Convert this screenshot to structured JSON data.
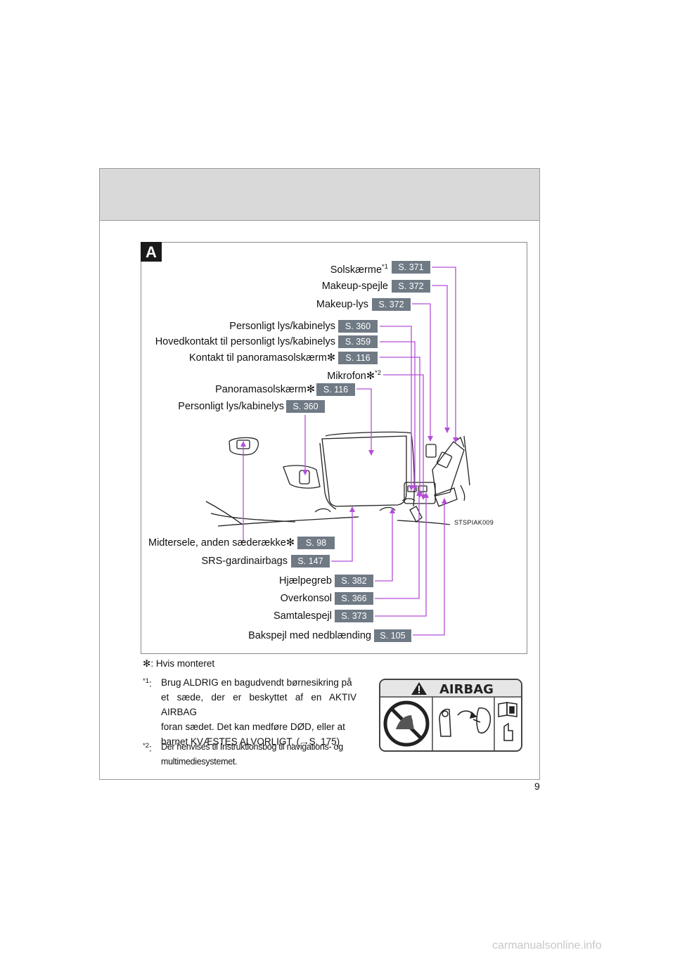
{
  "section": {
    "tab": "A"
  },
  "callouts_top": [
    {
      "label": "Solskærme",
      "mark": "*1",
      "page": "S. 371"
    },
    {
      "label": "Makeup-spejle",
      "page": "S. 372"
    },
    {
      "label": "Makeup-lys",
      "page": "S. 372"
    },
    {
      "label": "Personligt lys/kabinelys",
      "page": "S. 360"
    },
    {
      "label": "Hovedkontakt til personligt lys/kabinelys",
      "page": "S. 359"
    },
    {
      "label": "Kontakt til panoramasolskærm",
      "mark": "✻",
      "page": "S. 116"
    },
    {
      "label": "Mikrofon",
      "mark": "✻",
      "mark2": "*2"
    },
    {
      "label": "Panoramasolskærm",
      "mark": "✻",
      "page": "S. 116"
    },
    {
      "label": "Personligt lys/kabinelys",
      "page": "S. 360"
    }
  ],
  "callouts_bottom": [
    {
      "label": "Midtersele, anden sæderække",
      "mark": "✻",
      "page": "S. 98"
    },
    {
      "label": "SRS-gardinairbags",
      "page": "S. 147"
    },
    {
      "label": "Hjælpegreb",
      "page": "S. 382"
    },
    {
      "label": "Overkonsol",
      "page": "S. 366"
    },
    {
      "label": "Samtalespejl",
      "page": "S. 373"
    },
    {
      "label": "Bakspejl med nedblænding",
      "page": "S. 105"
    }
  ],
  "image_code": "STSPIAK009",
  "footnotes": {
    "optional": {
      "mark": "✻",
      "text": ": Hvis monteret"
    },
    "note1": {
      "mark": "*1",
      "colon": ":",
      "lines": [
        "Brug ALDRIG en bagudvendt børnesikring på",
        "et sæde, der er beskyttet af en AKTIV AIRBAG",
        "foran sædet. Det kan medføre DØD, eller at",
        "barnet KVÆSTES ALVORLIGT. (→S. 175)"
      ]
    },
    "note2": {
      "mark": "*2",
      "colon": ":",
      "lines": [
        "Der henvises til Instruktionsbog til navigations- og",
        "multimediesystemet."
      ]
    }
  },
  "airbag_label": {
    "title": "AIRBAG"
  },
  "page_number": "9",
  "watermark": "carmanualsonline.info",
  "colors": {
    "callout_line": "#b34fd6",
    "badge": "#6f7a85",
    "header_band": "#d9d9d9"
  }
}
